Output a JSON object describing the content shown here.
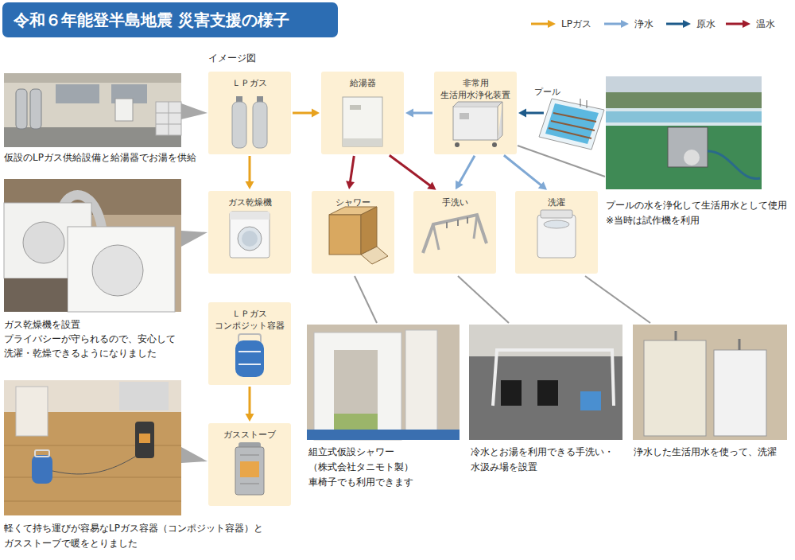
{
  "diagram": {
    "title": "令和６年能登半島地震 災害支援の様子",
    "nodes": [
      {
        "text": [
          "ＬＰガス"
        ]
      },
      {
        "text": [
          "給湯器"
        ]
      },
      {
        "text": [
          "非常用",
          "生活用水浄化装置"
        ]
      },
      {
        "text": [
          "プール"
        ]
      },
      {
        "text": [
          "ガス乾燥機"
        ]
      },
      {
        "text": [
          "シャワー"
        ]
      },
      {
        "text": [
          "手洗い"
        ]
      },
      {
        "text": [
          "洗濯"
        ]
      },
      {
        "text": [
          "ＬＰガス",
          "コンポジット容器"
        ]
      },
      {
        "text": [
          "ガスストーブ"
        ]
      }
    ],
    "edges": [
      {
        "from": 0,
        "to": 1,
        "arrow": "to"
      },
      {
        "from": 0,
        "to": 4,
        "arrow": "to"
      },
      {
        "from": 2,
        "to": 1,
        "arrow": "to"
      },
      {
        "from": 3,
        "to": 2,
        "arrow": "to"
      },
      {
        "from": 1,
        "to": 5,
        "arrow": "to"
      },
      {
        "from": 1,
        "to": 6,
        "arrow": "to"
      },
      {
        "from": 2,
        "to": 6,
        "arrow": "to"
      },
      {
        "from": 2,
        "to": 7,
        "arrow": "to"
      },
      {
        "from": 8,
        "to": 9,
        "arrow": "to"
      }
    ],
    "labels": [
      "イメージ図",
      "仮設のLPガス供給設備と給湯器でお湯を供給",
      "ガス乾燥機を設置",
      "プライバシーが守られるので、安心して",
      "洗濯・乾燥できるようになりました",
      "軽くて持ち運びが容易なLPガス容器（コンポジット容器）と",
      "ガスストーブで暖をとりました",
      "組立式仮設シャワー",
      "（株式会社タニモト製）",
      "車椅子でも利用できます",
      "冷水とお湯を利用できる手洗い・",
      "水汲み場を設置",
      "浄水した生活用水を使って、洗濯",
      "プールの水を浄化して生活用水として使用",
      "※当時は試作機を利用"
    ],
    "legend": [
      {
        "text": "LPガス",
        "color": "#e8a21e"
      },
      {
        "text": "浄水",
        "color": "#7fa8d4"
      },
      {
        "text": "原水",
        "color": "#1d5a8a"
      },
      {
        "text": "温水",
        "color": "#a01c2c"
      }
    ]
  }
}
